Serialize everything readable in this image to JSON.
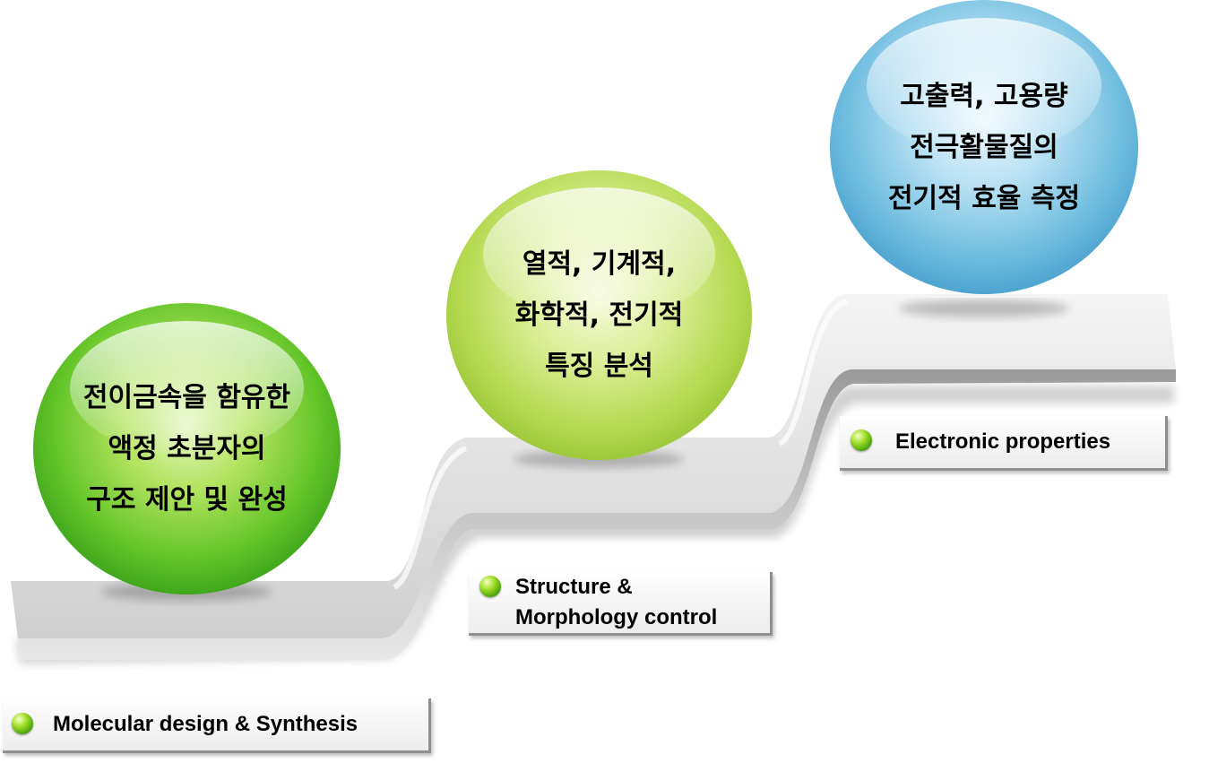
{
  "spheres": {
    "step1": {
      "lines": [
        "전이금속을 함유한",
        "액정 초분자의",
        "구조 제안 및 완성"
      ],
      "color": "#4cb527"
    },
    "step2": {
      "lines": [
        "열적, 기계적,",
        "화학적, 전기적",
        "특징 분석"
      ],
      "color": "#a9d042"
    },
    "step3": {
      "lines": [
        "고출력, 고용량",
        "전극활물질의",
        "전기적 효율 측정"
      ],
      "color": "#3d9ccb"
    }
  },
  "tags": {
    "molecular": {
      "text": "Molecular design & Synthesis",
      "bullet_icon": "green-sphere-bullet"
    },
    "structure": {
      "lines": [
        "Structure &",
        "Morphology control"
      ],
      "bullet_icon": "green-sphere-bullet"
    },
    "electronic": {
      "text": "Electronic properties",
      "bullet_icon": "green-sphere-bullet"
    }
  },
  "stairs": {
    "color": "#b5b5b5"
  }
}
